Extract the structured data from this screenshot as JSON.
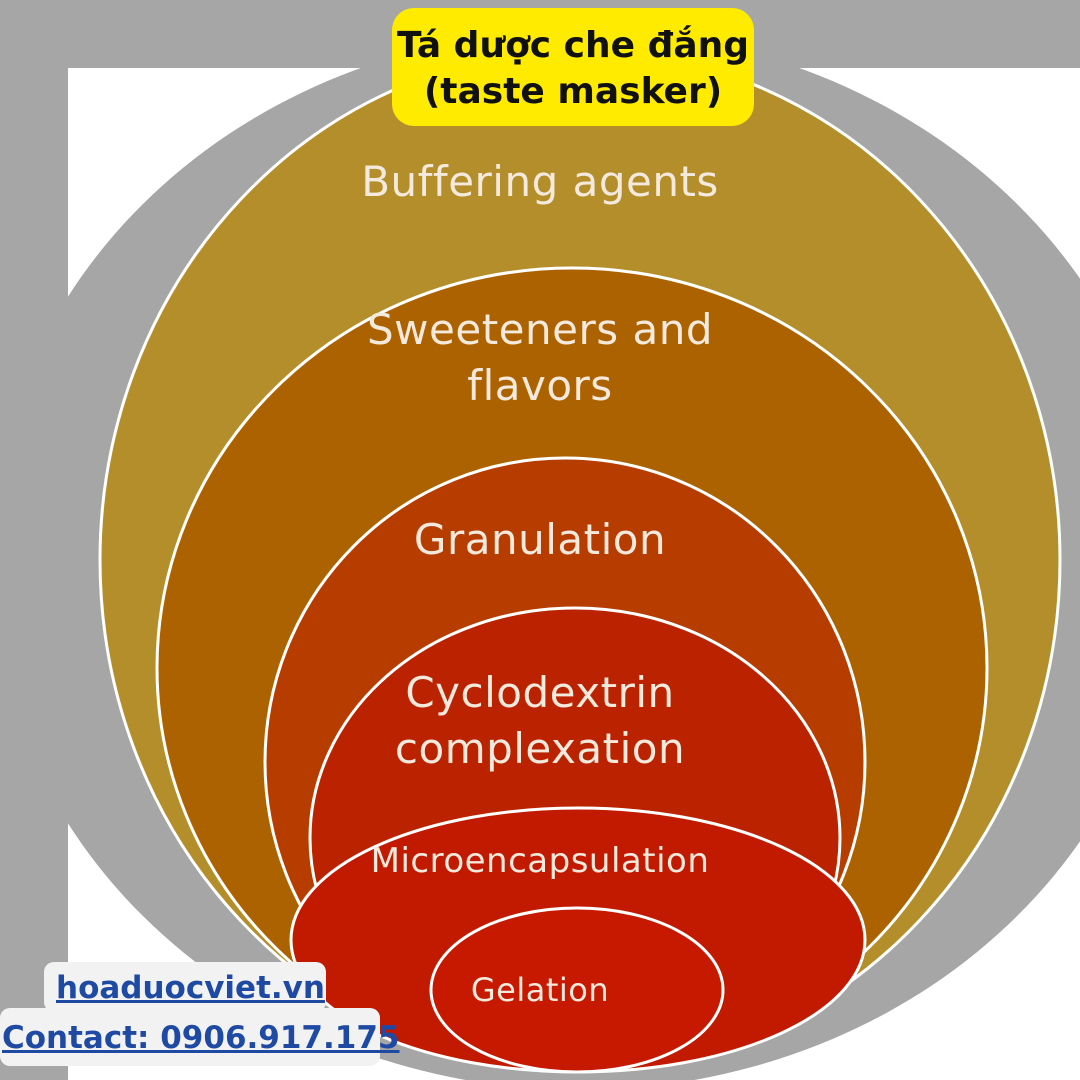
{
  "title": {
    "line1": "Tá dược che đắng",
    "line2": "(taste masker)"
  },
  "layers": [
    {
      "label_lines": [
        "Buffering agents"
      ],
      "color": "#b38e2a"
    },
    {
      "label_lines": [
        "Sweeteners and",
        "flavors"
      ],
      "color": "#ad6200"
    },
    {
      "label_lines": [
        "Granulation"
      ],
      "color": "#b63c00"
    },
    {
      "label_lines": [
        "Cyclodextrin",
        "complexation"
      ],
      "color": "#bb2200"
    },
    {
      "label_lines": [
        "Microencapsulation"
      ],
      "color": "#c21a00"
    },
    {
      "label_lines": [
        "Gelation"
      ],
      "color": "#c71800"
    }
  ],
  "footer": {
    "website": "hoaduocviet.vn",
    "contact": "Contact: 0906.917.175"
  },
  "colors": {
    "background_gray": "#a6a6a6",
    "panel_white": "#ffffff",
    "title_highlight": "#ffeb00",
    "label_text": "#f3e9dd",
    "footer_text": "#1f4aa3"
  }
}
